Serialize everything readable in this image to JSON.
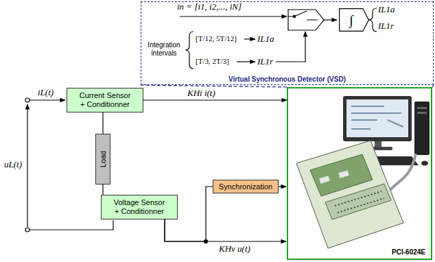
{
  "diagram": {
    "nodes": [
      {
        "text": [
          "Virtual Synchronous Detector (VSD)"
        ]
      },
      {
        "text": [
          "∫"
        ],
        "in": 0
      },
      {
        "text": [
          "Current Sensor + Conditionner"
        ]
      },
      {
        "text": [
          "Load"
        ]
      },
      {
        "text": [
          "Voltage Sensor + Conditionner"
        ]
      },
      {
        "text": [
          "Synchronization"
        ]
      },
      {
        "text": [
          "PCI-6024E"
        ]
      }
    ],
    "edges": [
      {
        "from": 2,
        "to": 6,
        "arrow": "to",
        "label": "KHi i(t)"
      },
      {
        "from": 2,
        "to": 3,
        "arrow": "none"
      },
      {
        "from": 3,
        "to": 4,
        "arrow": "none"
      },
      {
        "from": 4,
        "to": 5,
        "arrow": "none"
      },
      {
        "from": 5,
        "to": 6,
        "arrow": "to"
      },
      {
        "from": 4,
        "to": 6,
        "arrow": "to",
        "label": "KHv u(t)"
      },
      {
        "from": 0,
        "to": 6,
        "arrow": "none"
      },
      {
        "from": 0,
        "to": 6,
        "arrow": "none"
      }
    ],
    "labels": [
      "iL(t)",
      "uL(t)",
      "in = [i1, i2,..., iN]",
      "Integration intervals",
      "[T/12, 5T/12]",
      "[T/3, 2T/3]",
      "IL1a",
      "IL1r",
      "IL1a",
      "IL1r"
    ]
  }
}
